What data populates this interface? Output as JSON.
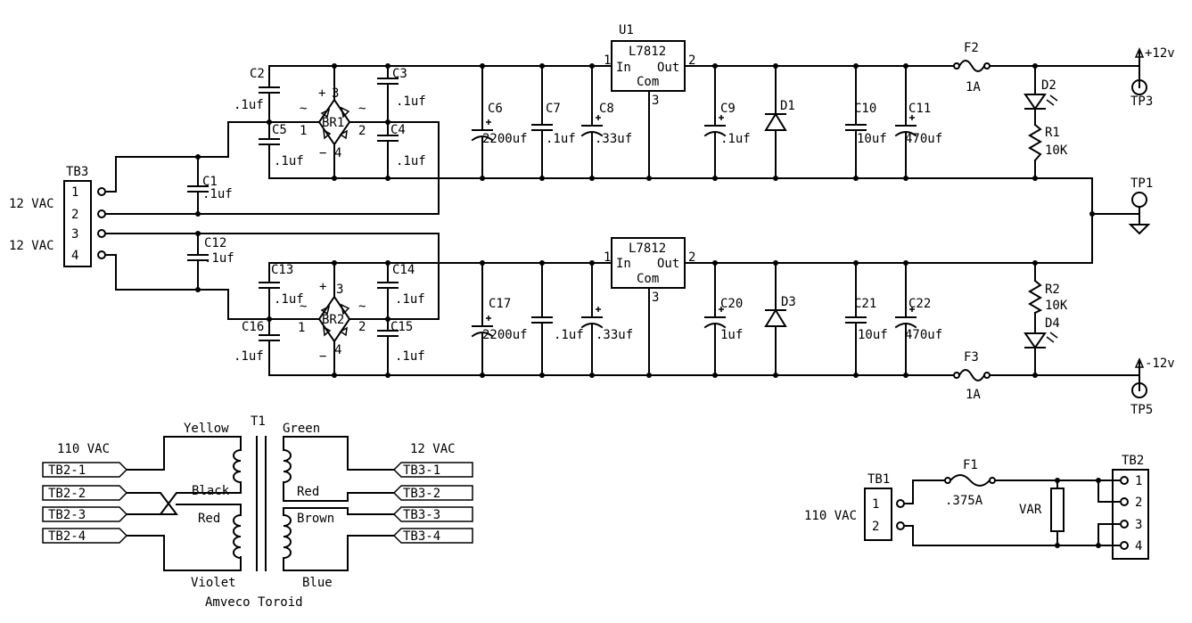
{
  "components": {
    "u1": {
      "ref": "U1",
      "part": "L7812",
      "pin_in": "In",
      "pin_out": "Out",
      "pin_com": "Com",
      "p1": "1",
      "p2": "2",
      "p3": "3"
    },
    "u2": {
      "part": "L7812",
      "pin_in": "In",
      "pin_out": "Out",
      "pin_com": "Com",
      "p1": "1",
      "p2": "2",
      "p3": "3"
    },
    "br1": {
      "ref": "BR1",
      "plus": "+",
      "minus": "−",
      "ac": "~",
      "n3": "3",
      "n1": "1",
      "n2": "2",
      "n4": "4"
    },
    "br2": {
      "ref": "BR2",
      "plus": "+",
      "minus": "−",
      "ac": "~",
      "n3": "3",
      "n1": "1",
      "n2": "2",
      "n4": "4"
    },
    "c1": {
      "ref": "C1",
      "value": ".1uf"
    },
    "c2": {
      "ref": "C2",
      "value": ".1uf"
    },
    "c3": {
      "ref": "C3",
      "value": ".1uf"
    },
    "c4": {
      "ref": "C4",
      "value": ".1uf"
    },
    "c5": {
      "ref": "C5",
      "value": ".1uf"
    },
    "c6": {
      "ref": "C6",
      "value": "2200uf"
    },
    "c7": {
      "ref": "C7",
      "value": ".1uf"
    },
    "c8": {
      "ref": "C8",
      "value": ".33uf"
    },
    "c9": {
      "ref": "C9",
      "value": ".1uf"
    },
    "c10": {
      "ref": "C10",
      "value": "10uf"
    },
    "c11": {
      "ref": "C11",
      "value": "470uf"
    },
    "c12": {
      "ref": "C12",
      "value": ".1uf"
    },
    "c13": {
      "ref": "C13",
      "value": ".1uf"
    },
    "c14": {
      "ref": "C14",
      "value": ".1uf"
    },
    "c15": {
      "ref": "C15",
      "value": ".1uf"
    },
    "c16": {
      "ref": "C16",
      "value": ".1uf"
    },
    "c17": {
      "ref": "C17",
      "value": "2200uf"
    },
    "c18": {
      "value": ".1uf"
    },
    "c19": {
      "value": ".33uf"
    },
    "c20": {
      "ref": "C20",
      "value": "1uf"
    },
    "c21": {
      "ref": "C21",
      "value": "10uf"
    },
    "c22": {
      "ref": "C22",
      "value": "470uf"
    },
    "d1": {
      "ref": "D1"
    },
    "d2": {
      "ref": "D2"
    },
    "d3": {
      "ref": "D3"
    },
    "d4": {
      "ref": "D4"
    },
    "r1": {
      "ref": "R1",
      "value": "10K"
    },
    "r2": {
      "ref": "R2",
      "value": "10K"
    },
    "f1": {
      "ref": "F1",
      "value": ".375A"
    },
    "f2": {
      "ref": "F2",
      "value": "1A"
    },
    "f3": {
      "ref": "F3",
      "value": "1A"
    },
    "var": {
      "ref": "VAR"
    },
    "tp1": {
      "ref": "TP1"
    },
    "tp3": {
      "ref": "TP3",
      "label": "+12v"
    },
    "tp5": {
      "ref": "TP5",
      "label": "-12v"
    },
    "tb3": {
      "ref": "TB3",
      "pins": [
        "1",
        "2",
        "3",
        "4"
      ],
      "label_a": "12 VAC",
      "label_b": "12 VAC"
    },
    "tb1": {
      "ref": "TB1",
      "pins": [
        "1",
        "2"
      ],
      "label": "110 VAC"
    },
    "tb2": {
      "ref": "TB2",
      "pins": [
        "1",
        "2",
        "3",
        "4"
      ]
    }
  },
  "transformer": {
    "ref": "T1",
    "name": "Amveco Toroid",
    "primary_label": "110 VAC",
    "secondary_label": "12 VAC",
    "primary_tags": [
      "TB2-1",
      "TB2-2",
      "TB2-3",
      "TB2-4"
    ],
    "secondary_tags": [
      "TB3-1",
      "TB3-2",
      "TB3-3",
      "TB3-4"
    ],
    "wire_colors": {
      "yellow": "Yellow",
      "black": "Black",
      "red_primary": "Red",
      "violet": "Violet",
      "green": "Green",
      "red_secondary": "Red",
      "brown": "Brown",
      "blue": "Blue"
    }
  }
}
